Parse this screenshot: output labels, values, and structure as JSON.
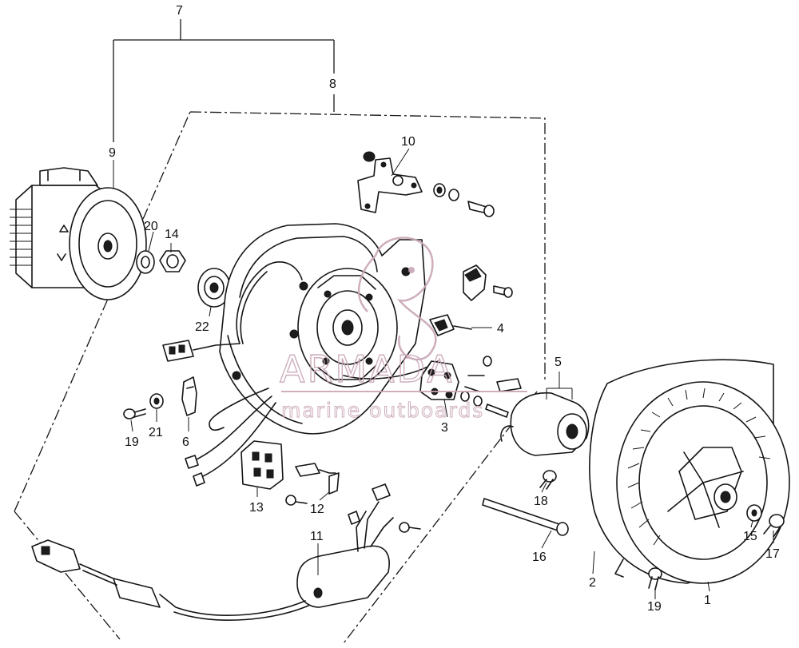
{
  "diagram": {
    "callouts": [
      {
        "id": "c1",
        "text": "1"
      },
      {
        "id": "c2",
        "text": "2"
      },
      {
        "id": "c3",
        "text": "3"
      },
      {
        "id": "c4",
        "text": "4"
      },
      {
        "id": "c5",
        "text": "5"
      },
      {
        "id": "c6",
        "text": "6"
      },
      {
        "id": "c7",
        "text": "7"
      },
      {
        "id": "c8",
        "text": "8"
      },
      {
        "id": "c9",
        "text": "9"
      },
      {
        "id": "c10",
        "text": "10"
      },
      {
        "id": "c11",
        "text": "11"
      },
      {
        "id": "c12",
        "text": "12"
      },
      {
        "id": "c13",
        "text": "13"
      },
      {
        "id": "c14",
        "text": "14"
      },
      {
        "id": "c15",
        "text": "15"
      },
      {
        "id": "c16",
        "text": "16"
      },
      {
        "id": "c17",
        "text": "17"
      },
      {
        "id": "c18",
        "text": "18"
      },
      {
        "id": "c19a",
        "text": "19"
      },
      {
        "id": "c19b",
        "text": "19"
      },
      {
        "id": "c20",
        "text": "20"
      },
      {
        "id": "c21",
        "text": "21"
      },
      {
        "id": "c22",
        "text": "22"
      }
    ]
  },
  "watermark": {
    "brand": "ARMADA",
    "tagline": "marine outboards",
    "color": "#c9a6b6"
  }
}
